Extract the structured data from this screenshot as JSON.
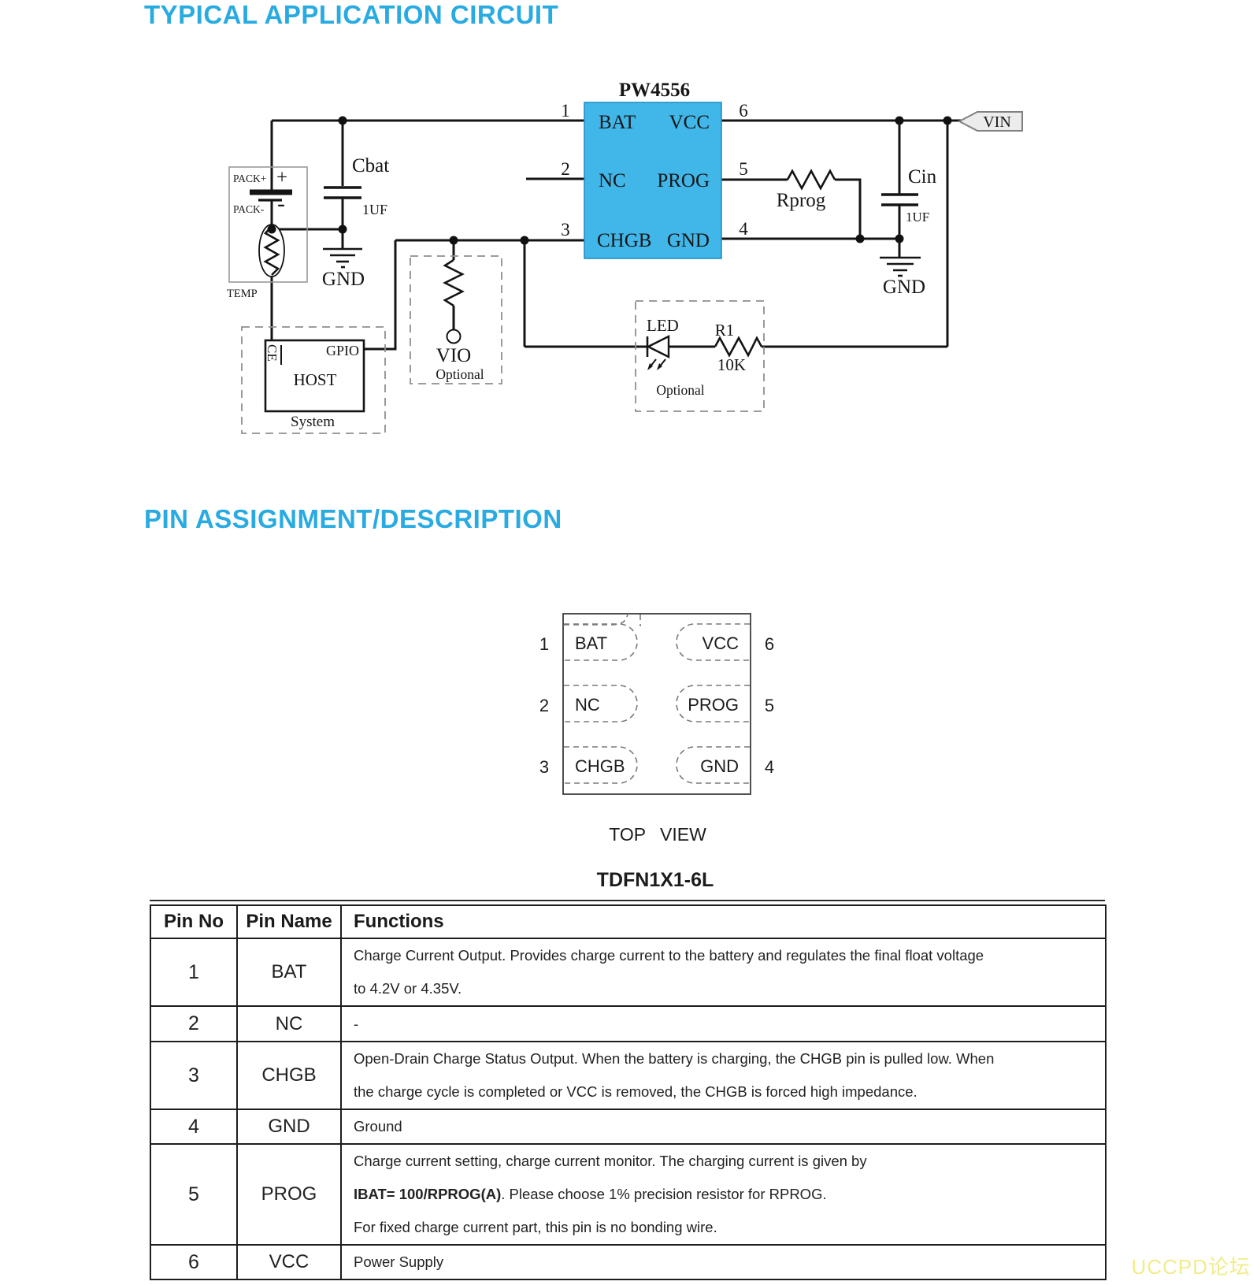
{
  "page": {
    "title_application": "TYPICAL APPLICATION CIRCUIT",
    "title_pin": "PIN ASSIGNMENT/DESCRIPTION",
    "accent_color": "#29ABE2",
    "watermark": "UCCPD论坛",
    "watermark_color": "#F1EC8A"
  },
  "circuit": {
    "chip_name": "PW4556",
    "chip_fill": "#41B6E8",
    "pin_numbers": {
      "n1": "1",
      "n2": "2",
      "n3": "3",
      "n4": "4",
      "n5": "5",
      "n6": "6"
    },
    "pin_labels": {
      "bat": "BAT",
      "nc": "NC",
      "chgb": "CHGB",
      "vcc": "VCC",
      "prog": "PROG",
      "gnd": "GND"
    },
    "components": {
      "cbat_name": "Cbat",
      "cbat_value": "1UF",
      "cin_name": "Cin",
      "cin_value": "1UF",
      "rprog_name": "Rprog",
      "r1_name": "R1",
      "r1_value": "10K",
      "led_name": "LED",
      "vio_name": "VIO",
      "vin_name": "VIN",
      "gnd_label_left": "GND",
      "gnd_label_right": "GND",
      "pack_plus": "PACK+",
      "pack_minus": "PACK-",
      "plus_sign": "+",
      "minus_sign": "-",
      "temp_label": "TEMP",
      "ce_label": "CE",
      "gpio_label": "GPIO",
      "host_label": "HOST",
      "system_label": "System",
      "optional_label_vio": "Optional",
      "optional_label_led": "Optional"
    }
  },
  "package": {
    "pads_left": [
      {
        "num": "1",
        "name": "BAT"
      },
      {
        "num": "2",
        "name": "NC"
      },
      {
        "num": "3",
        "name": "CHGB"
      }
    ],
    "pads_right": [
      {
        "num": "6",
        "name": "VCC"
      },
      {
        "num": "5",
        "name": "PROG"
      },
      {
        "num": "4",
        "name": "GND"
      }
    ],
    "view_caption": "TOP VIEW",
    "package_name": "TDFN1X1-6L"
  },
  "pin_table": {
    "headers": [
      "Pin No",
      "Pin Name",
      "Functions"
    ],
    "rows": [
      {
        "no": "1",
        "name": "BAT",
        "lines": [
          "Charge Current Output. Provides charge current to the battery and regulates the final float voltage",
          "to 4.2V or 4.35V."
        ]
      },
      {
        "no": "2",
        "name": "NC",
        "lines": [
          "-"
        ]
      },
      {
        "no": "3",
        "name": "CHGB",
        "lines": [
          "Open-Drain Charge Status Output. When the battery is charging, the CHGB pin is pulled low. When",
          "the charge cycle is completed or VCC is removed, the CHGB is forced high impedance."
        ]
      },
      {
        "no": "4",
        "name": "GND",
        "lines": [
          "Ground"
        ]
      },
      {
        "no": "5",
        "name": "PROG",
        "lines": [
          "Charge current setting, charge current monitor. The charging current is given by"
        ],
        "bold_segment": "IBAT= 100/RPROG(A)",
        "bold_rest": ". Please choose 1% precision resistor for RPROG.",
        "line3": "For fixed charge current part, this pin is no bonding wire."
      },
      {
        "no": "6",
        "name": "VCC",
        "lines": [
          "Power Supply"
        ]
      }
    ]
  }
}
